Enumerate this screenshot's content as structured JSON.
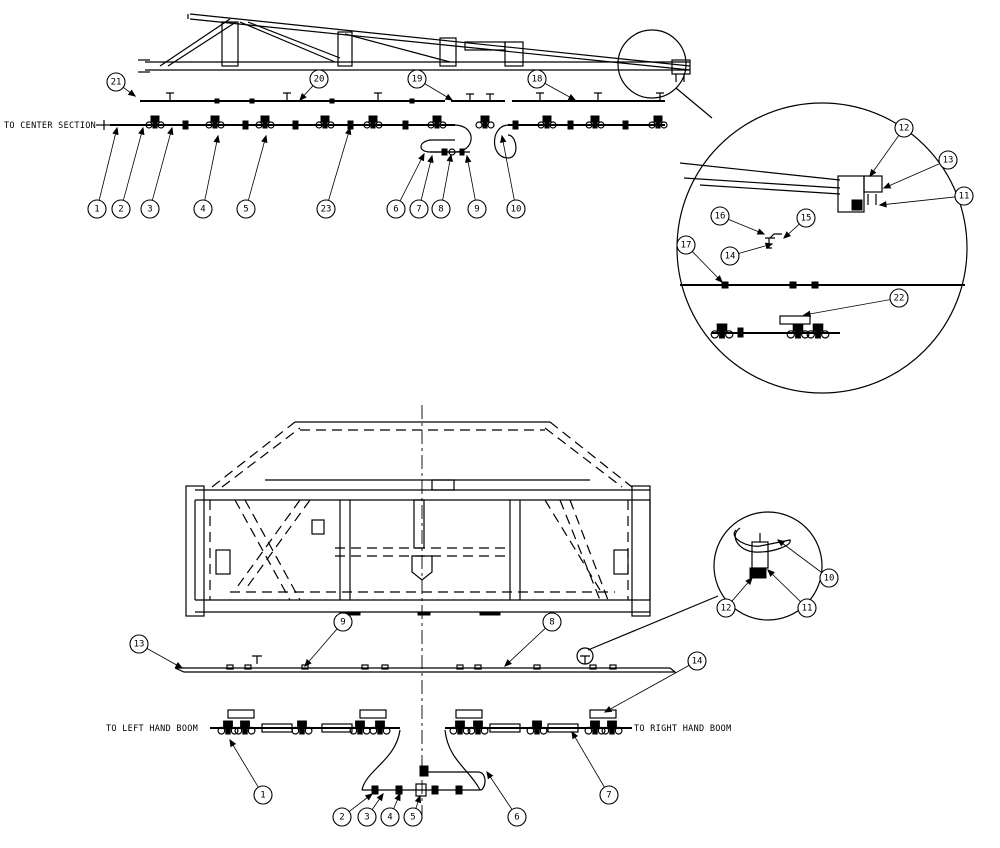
{
  "top_view": {
    "labels": {
      "to_center": "TO CENTER SECTION"
    },
    "callouts": [
      "21",
      "20",
      "19",
      "18",
      "1",
      "2",
      "3",
      "4",
      "5",
      "23",
      "6",
      "7",
      "8",
      "9",
      "10"
    ]
  },
  "detail_view": {
    "callouts": [
      "12",
      "13",
      "11",
      "16",
      "15",
      "14",
      "17",
      "22"
    ]
  },
  "bottom_view": {
    "labels": {
      "to_left": "TO LEFT HAND BOOM",
      "to_right": "TO RIGHT HAND BOOM"
    },
    "callouts": [
      "13",
      "9",
      "8",
      "14",
      "1",
      "2",
      "3",
      "4",
      "5",
      "6",
      "7"
    ]
  },
  "bottom_detail": {
    "callouts": [
      "10",
      "11",
      "12"
    ]
  }
}
